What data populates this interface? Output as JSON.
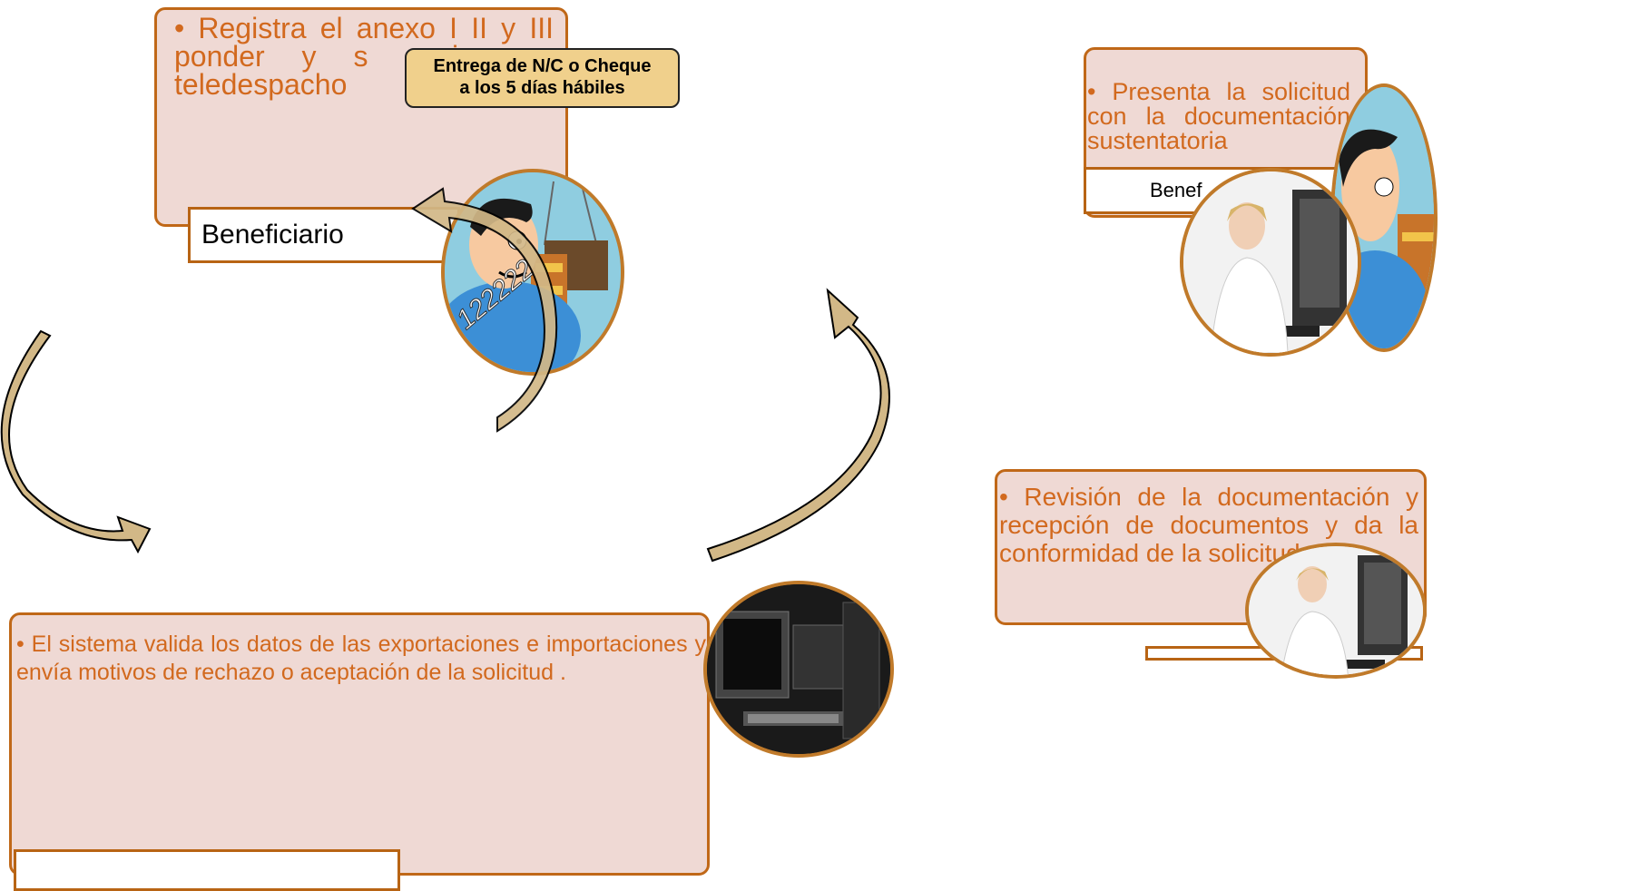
{
  "top_box": {
    "text": "• Registra el anexo I II y III ponder y s envio por teledespacho"
  },
  "top_label": {
    "text": "Beneficiario"
  },
  "callout": {
    "line1": "Entrega de N/C o Cheque",
    "line2": "a los 5 días  hábiles"
  },
  "circle_text": "122222",
  "right_top_box": {
    "text": "• Presenta la solicitud con la documentación sustentatoria"
  },
  "right_top_label": {
    "text": "Benef"
  },
  "right_mid_box": {
    "text": "• Revisión de la documentación y recepción de documentos y da la conformidad de la solicitud."
  },
  "bottom_box": {
    "text": "• El sistema valida los datos de las exportaciones e importaciones y envía motivos de rechazo o aceptación de la solicitud ."
  },
  "colors": {
    "box_fill": "#efd9d4",
    "border": "#c06818",
    "text": "#d2691e",
    "arrow": "#d2b887",
    "callout": "#f0d08c"
  },
  "icons": [
    "cartoon-man-icon",
    "woman-computer-icon",
    "computer-workstation-icon",
    "curved-arrow-icon"
  ]
}
